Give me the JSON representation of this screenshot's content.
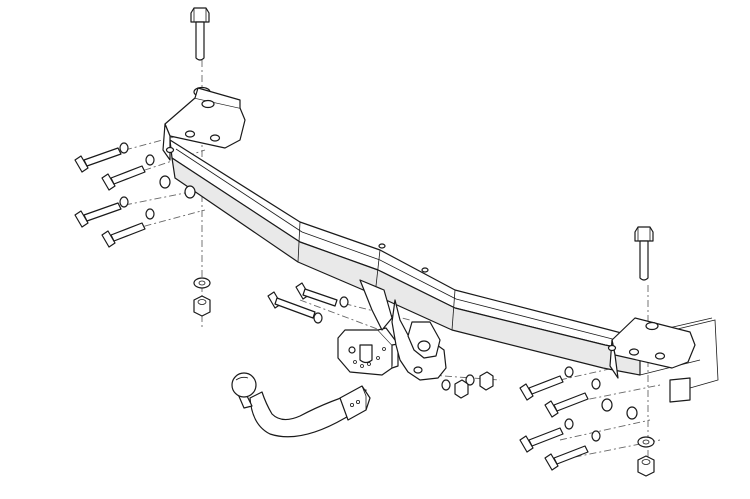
{
  "diagram": {
    "kind": "exploded-assembly-line-drawing",
    "colors": {
      "line": "#1a1a1a",
      "axis": "#666666",
      "background": "#ffffff"
    },
    "parts": [
      "vertical-bolt",
      "crossbar-beam",
      "mounting-bracket",
      "side-bolt",
      "washer",
      "hex-nut",
      "tow-ball-arm",
      "socket-plate"
    ]
  }
}
